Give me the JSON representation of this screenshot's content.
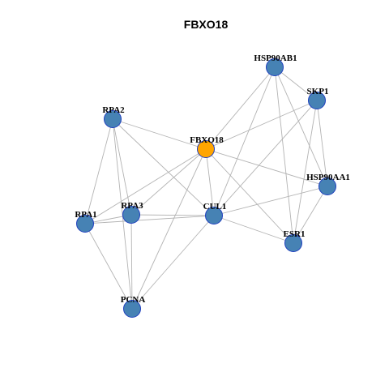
{
  "title": "FBXO18",
  "colors": {
    "hub_fill": "#ffa500",
    "node_fill": "#4682b4",
    "node_stroke": "#1f3fbf",
    "hub_stroke": "#1f3fbf",
    "edge": "#b3b3b3",
    "background": "#ffffff"
  },
  "nodes": [
    {
      "id": "HSP90AB1",
      "label": "HSP90AB1",
      "hub": false
    },
    {
      "id": "SKP1",
      "label": "SKP1",
      "hub": false
    },
    {
      "id": "RPA2",
      "label": "RPA2",
      "hub": false
    },
    {
      "id": "FBXO18",
      "label": "FBXO18",
      "hub": true
    },
    {
      "id": "HSP90AA1",
      "label": "HSP90AA1",
      "hub": false
    },
    {
      "id": "RPA3",
      "label": "RPA3",
      "hub": false
    },
    {
      "id": "CUL1",
      "label": "CUL1",
      "hub": false
    },
    {
      "id": "RPA1",
      "label": "RPA1",
      "hub": false
    },
    {
      "id": "ESR1",
      "label": "ESR1",
      "hub": false
    },
    {
      "id": "PCNA",
      "label": "PCNA",
      "hub": false
    }
  ],
  "edges": [
    [
      "HSP90AB1",
      "SKP1"
    ],
    [
      "HSP90AB1",
      "FBXO18"
    ],
    [
      "HSP90AB1",
      "HSP90AA1"
    ],
    [
      "HSP90AB1",
      "CUL1"
    ],
    [
      "HSP90AB1",
      "ESR1"
    ],
    [
      "SKP1",
      "FBXO18"
    ],
    [
      "SKP1",
      "HSP90AA1"
    ],
    [
      "SKP1",
      "CUL1"
    ],
    [
      "SKP1",
      "ESR1"
    ],
    [
      "RPA2",
      "FBXO18"
    ],
    [
      "RPA2",
      "RPA3"
    ],
    [
      "RPA2",
      "CUL1"
    ],
    [
      "RPA2",
      "RPA1"
    ],
    [
      "RPA2",
      "PCNA"
    ],
    [
      "FBXO18",
      "HSP90AA1"
    ],
    [
      "FBXO18",
      "RPA3"
    ],
    [
      "FBXO18",
      "CUL1"
    ],
    [
      "FBXO18",
      "RPA1"
    ],
    [
      "FBXO18",
      "ESR1"
    ],
    [
      "FBXO18",
      "PCNA"
    ],
    [
      "HSP90AA1",
      "CUL1"
    ],
    [
      "HSP90AA1",
      "ESR1"
    ],
    [
      "RPA3",
      "CUL1"
    ],
    [
      "RPA3",
      "RPA1"
    ],
    [
      "RPA3",
      "PCNA"
    ],
    [
      "CUL1",
      "RPA1"
    ],
    [
      "CUL1",
      "ESR1"
    ],
    [
      "CUL1",
      "PCNA"
    ],
    [
      "RPA1",
      "PCNA"
    ]
  ]
}
